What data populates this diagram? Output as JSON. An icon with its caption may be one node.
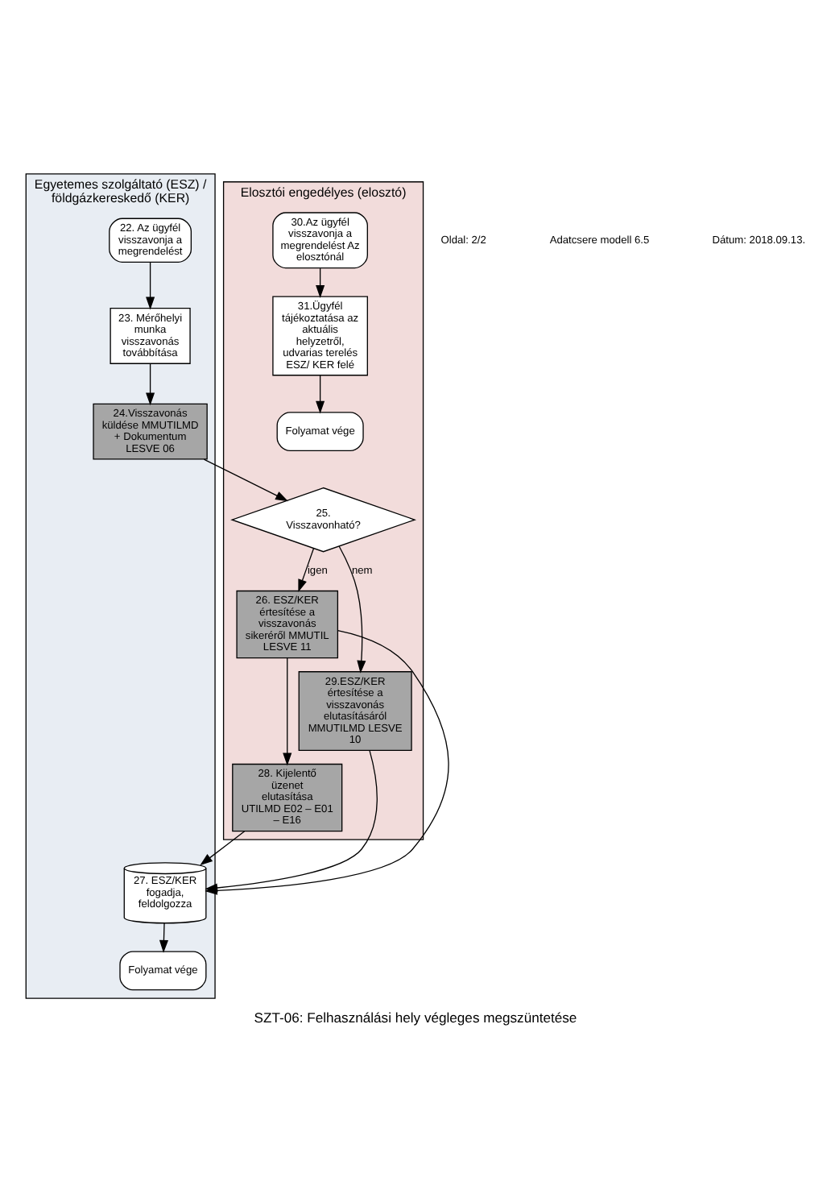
{
  "diagram": {
    "title": "SZT-06: Felhasználási hely végleges megszüntetése",
    "nodes": [
      {
        "text": [
          "Egyetemes szolgáltató (ESZ) / földgázkereskedő (KER)"
        ]
      },
      {
        "text": [
          "Elosztói engedélyes (elosztó)"
        ]
      },
      {
        "text": [
          "22. Az ügyfél visszavonja a megrendelést"
        ],
        "in": 0
      },
      {
        "text": [
          "23. Mérőhelyi munka visszavonás továbbítása"
        ],
        "in": 0
      },
      {
        "text": [
          "24.Visszavonás küldése MMUTILMD + Dokumentum LESVE 06"
        ],
        "in": 0
      },
      {
        "text": [
          "27. ESZ/KER fogadja, feldolgozza"
        ],
        "in": 0
      },
      {
        "text": [
          "Folyamat vége"
        ],
        "in": 0
      },
      {
        "text": [
          "30.Az ügyfél visszavonja a megrendelést Az elosztónál"
        ],
        "in": 1
      },
      {
        "text": [
          "31.Ügyfél tájékoztatása az aktuális helyzetről, udvarias terelés ESZ/ KER felé"
        ],
        "in": 1
      },
      {
        "text": [
          "Folyamat vége"
        ],
        "in": 1
      },
      {
        "text": [
          "25. Visszavonható?"
        ],
        "in": 1
      },
      {
        "text": [
          "26. ESZ/KER értesítése a visszavonás sikeréről MMUTIL LESVE 11"
        ],
        "in": 1
      },
      {
        "text": [
          "28. Kijelentő üzenet elutasítása UTILMD E02 – E01 – E16"
        ],
        "in": 1
      },
      {
        "text": [
          "29.ESZ/KER értesítése a visszavonás elutasításáról MMUTILMD LESVE 10"
        ],
        "in": 1
      }
    ],
    "edges": [
      {
        "from": 2,
        "to": 3,
        "arrow": "to"
      },
      {
        "from": 3,
        "to": 4,
        "arrow": "to"
      },
      {
        "from": 4,
        "to": 10,
        "arrow": "to"
      },
      {
        "from": 7,
        "to": 8,
        "arrow": "to"
      },
      {
        "from": 8,
        "to": 9,
        "arrow": "to"
      },
      {
        "from": 10,
        "to": 11,
        "arrow": "to",
        "label": "igen"
      },
      {
        "from": 10,
        "to": 13,
        "arrow": "to",
        "label": "nem"
      },
      {
        "from": 11,
        "to": 5,
        "arrow": "to"
      },
      {
        "from": 11,
        "to": 12,
        "arrow": "to"
      },
      {
        "from": 12,
        "to": 5,
        "arrow": "to"
      },
      {
        "from": 13,
        "to": 5,
        "arrow": "to"
      },
      {
        "from": 5,
        "to": 6,
        "arrow": "to"
      }
    ],
    "labels": [
      "Oldal: 2/2",
      "Adatcsere modell 6.5",
      "Dátum: 2018.09.13."
    ]
  }
}
